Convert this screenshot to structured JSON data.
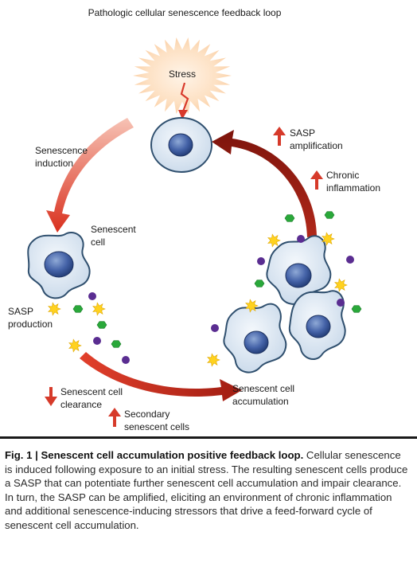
{
  "diagram": {
    "title": "Pathologic cellular senescence feedback loop",
    "labels": {
      "stress": "Stress",
      "senescence_induction_1": "Senescence",
      "senescence_induction_2": "induction",
      "senescent_cell_1": "Senescent",
      "senescent_cell_2": "cell",
      "sasp_production_1": "SASP",
      "sasp_production_2": "production",
      "senescent_clearance_1": "Senescent cell",
      "senescent_clearance_2": "clearance",
      "secondary_1": "Secondary",
      "secondary_2": "senescent cells",
      "accumulation_1": "Senescent cell",
      "accumulation_2": "accumulation",
      "chronic_1": "Chronic",
      "chronic_2": "inflammation",
      "sasp_amp_1": "SASP",
      "sasp_amp_2": "amplification"
    },
    "colors": {
      "arrow_dark": "#8b1a12",
      "arrow_red": "#d8392b",
      "arrow_light": "#f2b19f",
      "cell_fill": "#dfe9f3",
      "cell_stroke": "#2f4f6e",
      "nucleus": "#3c63a8",
      "starburst": "#fcd9b6",
      "sasp_yellow": "#ffd21f",
      "sasp_green": "#2aa83a",
      "sasp_purple": "#5a2d91",
      "up_arrow": "#d63a2a",
      "down_arrow": "#d63a2a"
    }
  },
  "caption": {
    "title": "Fig. 1 | Senescent cell accumulation positive feedback loop.",
    "body": "Cellular senescence is induced following exposure to an initial stress. The resulting senescent cells produce a SASP that can potentiate further senescent cell accumulation and impair clearance. In turn, the SASP can be amplified, eliciting an environment of chronic inflammation and additional senescence-inducing stressors that drive a feed-forward cycle of senescent cell accumulation."
  }
}
